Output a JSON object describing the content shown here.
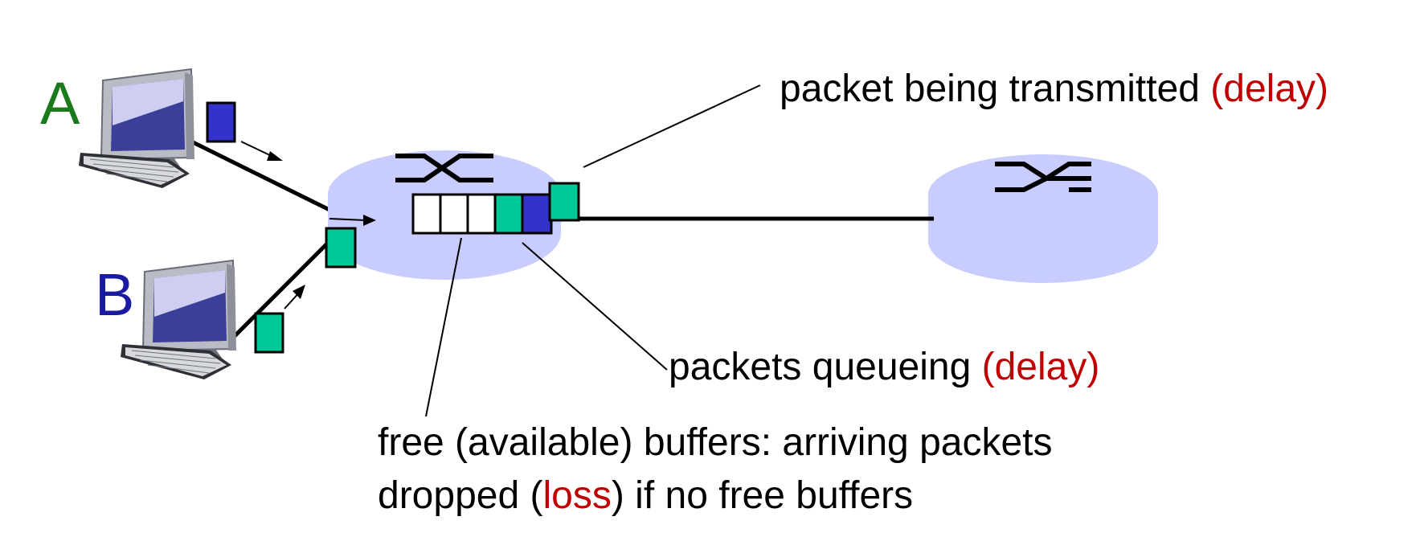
{
  "hosts": {
    "a": {
      "label": "A"
    },
    "b": {
      "label": "B"
    }
  },
  "labels": {
    "transmitted": {
      "text": "packet being transmitted ",
      "highlight": "(delay)"
    },
    "queueing": {
      "text": "packets queueing ",
      "highlight": "(delay)"
    },
    "buffers": {
      "line1": "free (available) buffers: arriving packets",
      "line2_start": "dropped (",
      "line2_highlight": "loss",
      "line2_end": ") if no free buffers"
    }
  },
  "colors": {
    "host_a": "#1a7a1a",
    "host_b": "#1a1aa0",
    "highlight": "#c00000",
    "router_fill": "#c8ccff",
    "packet_blue": "#3333cc",
    "packet_green": "#00c896"
  },
  "icons": {
    "host": "desktop-computer-icon",
    "router": "router-crossed-arrows-icon"
  }
}
